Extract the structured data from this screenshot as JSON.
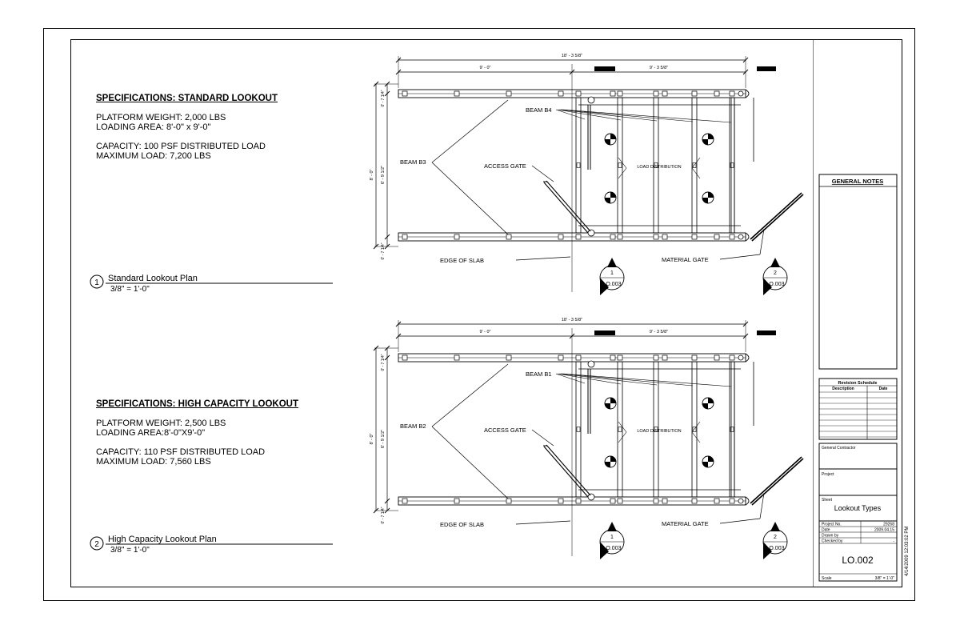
{
  "specs": [
    {
      "heading": "SPECIFICATIONS: STANDARD LOOKOUT",
      "lines": [
        "PLATFORM WEIGHT: 2,000 LBS",
        "LOADING AREA: 8'-0\" x 9'-0\"",
        "CAPACITY: 100 PSF DISTRIBUTED LOAD",
        "MAXIMUM LOAD: 7,200 LBS"
      ]
    },
    {
      "heading": "SPECIFICATIONS: HIGH CAPACITY LOOKOUT",
      "lines": [
        "PLATFORM WEIGHT: 2,500 LBS",
        "LOADING AREA:8'-0\"X9'-0\"",
        "CAPACITY: 110 PSF DISTRIBUTED LOAD",
        "MAXIMUM LOAD: 7,560 LBS"
      ]
    }
  ],
  "views": [
    {
      "number": "1",
      "title": "Standard Lookout Plan",
      "scale": "3/8\" = 1'-0\""
    },
    {
      "number": "2",
      "title": "High Capacity Lookout Plan",
      "scale": "3/8\" = 1'-0\""
    }
  ],
  "plans": [
    {
      "dim_total": "18' - 3 5/8\"",
      "dim_left": "9' - 0\"",
      "dim_right": "9' - 3 5/8\"",
      "dim_overall_v": "8' - 0\"",
      "dim_mid_v": "6' - 9 1/2\"",
      "dim_top_v": "0' - 7 1/4\"",
      "dim_bot_v": "0' - 7 1/4\"",
      "beam_front": "BEAM B4",
      "beam_side": "BEAM B3",
      "access_gate": "ACCESS GATE",
      "load_dist": "LOAD DISTRIBUTION",
      "edge_of_slab": "EDGE OF SLAB",
      "material_gate": "MATERIAL GATE",
      "sec_a_num": "1",
      "sec_a_ref": "LO.003",
      "sec_b_num": "2",
      "sec_b_ref": "LO.003"
    },
    {
      "dim_total": "18' - 3 5/8\"",
      "dim_left": "9' - 0\"",
      "dim_right": "9' - 3 5/8\"",
      "dim_overall_v": "8' - 0\"",
      "dim_mid_v": "6' - 9 1/2\"",
      "dim_top_v": "0' - 7 1/4\"",
      "dim_bot_v": "0' - 7 1/4\"",
      "beam_front": "BEAM B1",
      "beam_side": "BEAM B2",
      "access_gate": "ACCESS GATE",
      "load_dist": "LOAD DISTRIBUTION",
      "edge_of_slab": "EDGE OF SLAB",
      "material_gate": "MATERIAL GATE",
      "sec_a_num": "1",
      "sec_a_ref": "LO.003",
      "sec_b_num": "2",
      "sec_b_ref": "LO.003"
    }
  ],
  "titleblock": {
    "general_notes": "GENERAL NOTES",
    "revision_schedule": "Revision Schedule",
    "rev_col_desc": "Description",
    "rev_col_date": "Date",
    "general_contractor": "General Contractor",
    "project": "Project",
    "sheet_label": "Sheet",
    "sheet_name": "Lookout Types",
    "project_no_label": "Project No.",
    "project_no": "29268",
    "date_label": "Date",
    "date": "2009.04.15",
    "drawn_by_label": "Drawn by",
    "checked_by_label": "Checked by",
    "checked_by": "-",
    "sheet_number": "LO.002",
    "scale_label": "Scale",
    "scale": "3/8\" = 1'-0\"",
    "timestamp": "4/14/2009 12:03:02 PM"
  }
}
